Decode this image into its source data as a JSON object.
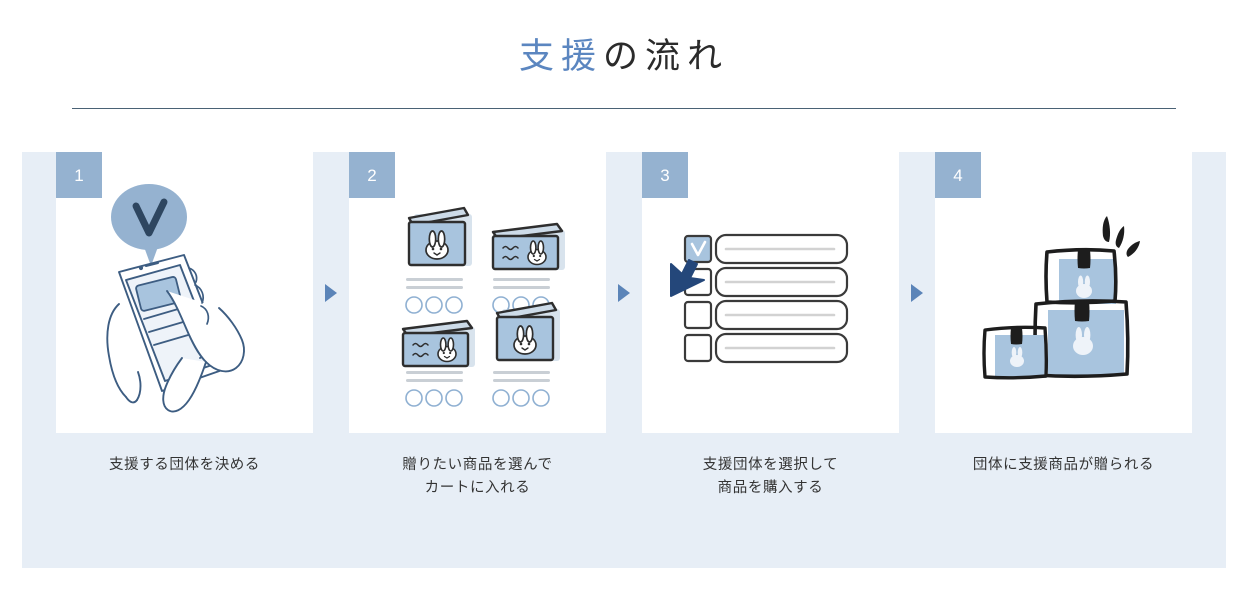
{
  "header": {
    "title_accent": "支援",
    "title_rest": "の流れ",
    "accent_color": "#5b86c0",
    "rule_color": "#4a6275"
  },
  "band": {
    "background_color": "#e7eef6"
  },
  "theme": {
    "badge_color": "#95b2d0",
    "arrow_color": "#5b84b8",
    "illustration_blue": "#a8c4de",
    "illustration_ink": "#2e4660",
    "caption_color": "#333333",
    "card_background": "#ffffff"
  },
  "steps": [
    {
      "number": "1",
      "caption": "支援する団体を決める",
      "illustration": "hand-holding-phone-with-check-bubble"
    },
    {
      "number": "2",
      "caption": "贈りたい商品を選んで\nカートに入れる",
      "illustration": "product-grid-four-boxes"
    },
    {
      "number": "3",
      "caption": "支援団体を選択して\n商品を購入する",
      "illustration": "checkbox-list-with-cursor"
    },
    {
      "number": "4",
      "caption": "団体に支援商品が贈られる",
      "illustration": "stacked-gift-boxes-with-sparkle"
    }
  ],
  "separators": [
    {
      "icon": "arrow-right-icon"
    },
    {
      "icon": "arrow-right-icon"
    },
    {
      "icon": "arrow-right-icon"
    }
  ]
}
